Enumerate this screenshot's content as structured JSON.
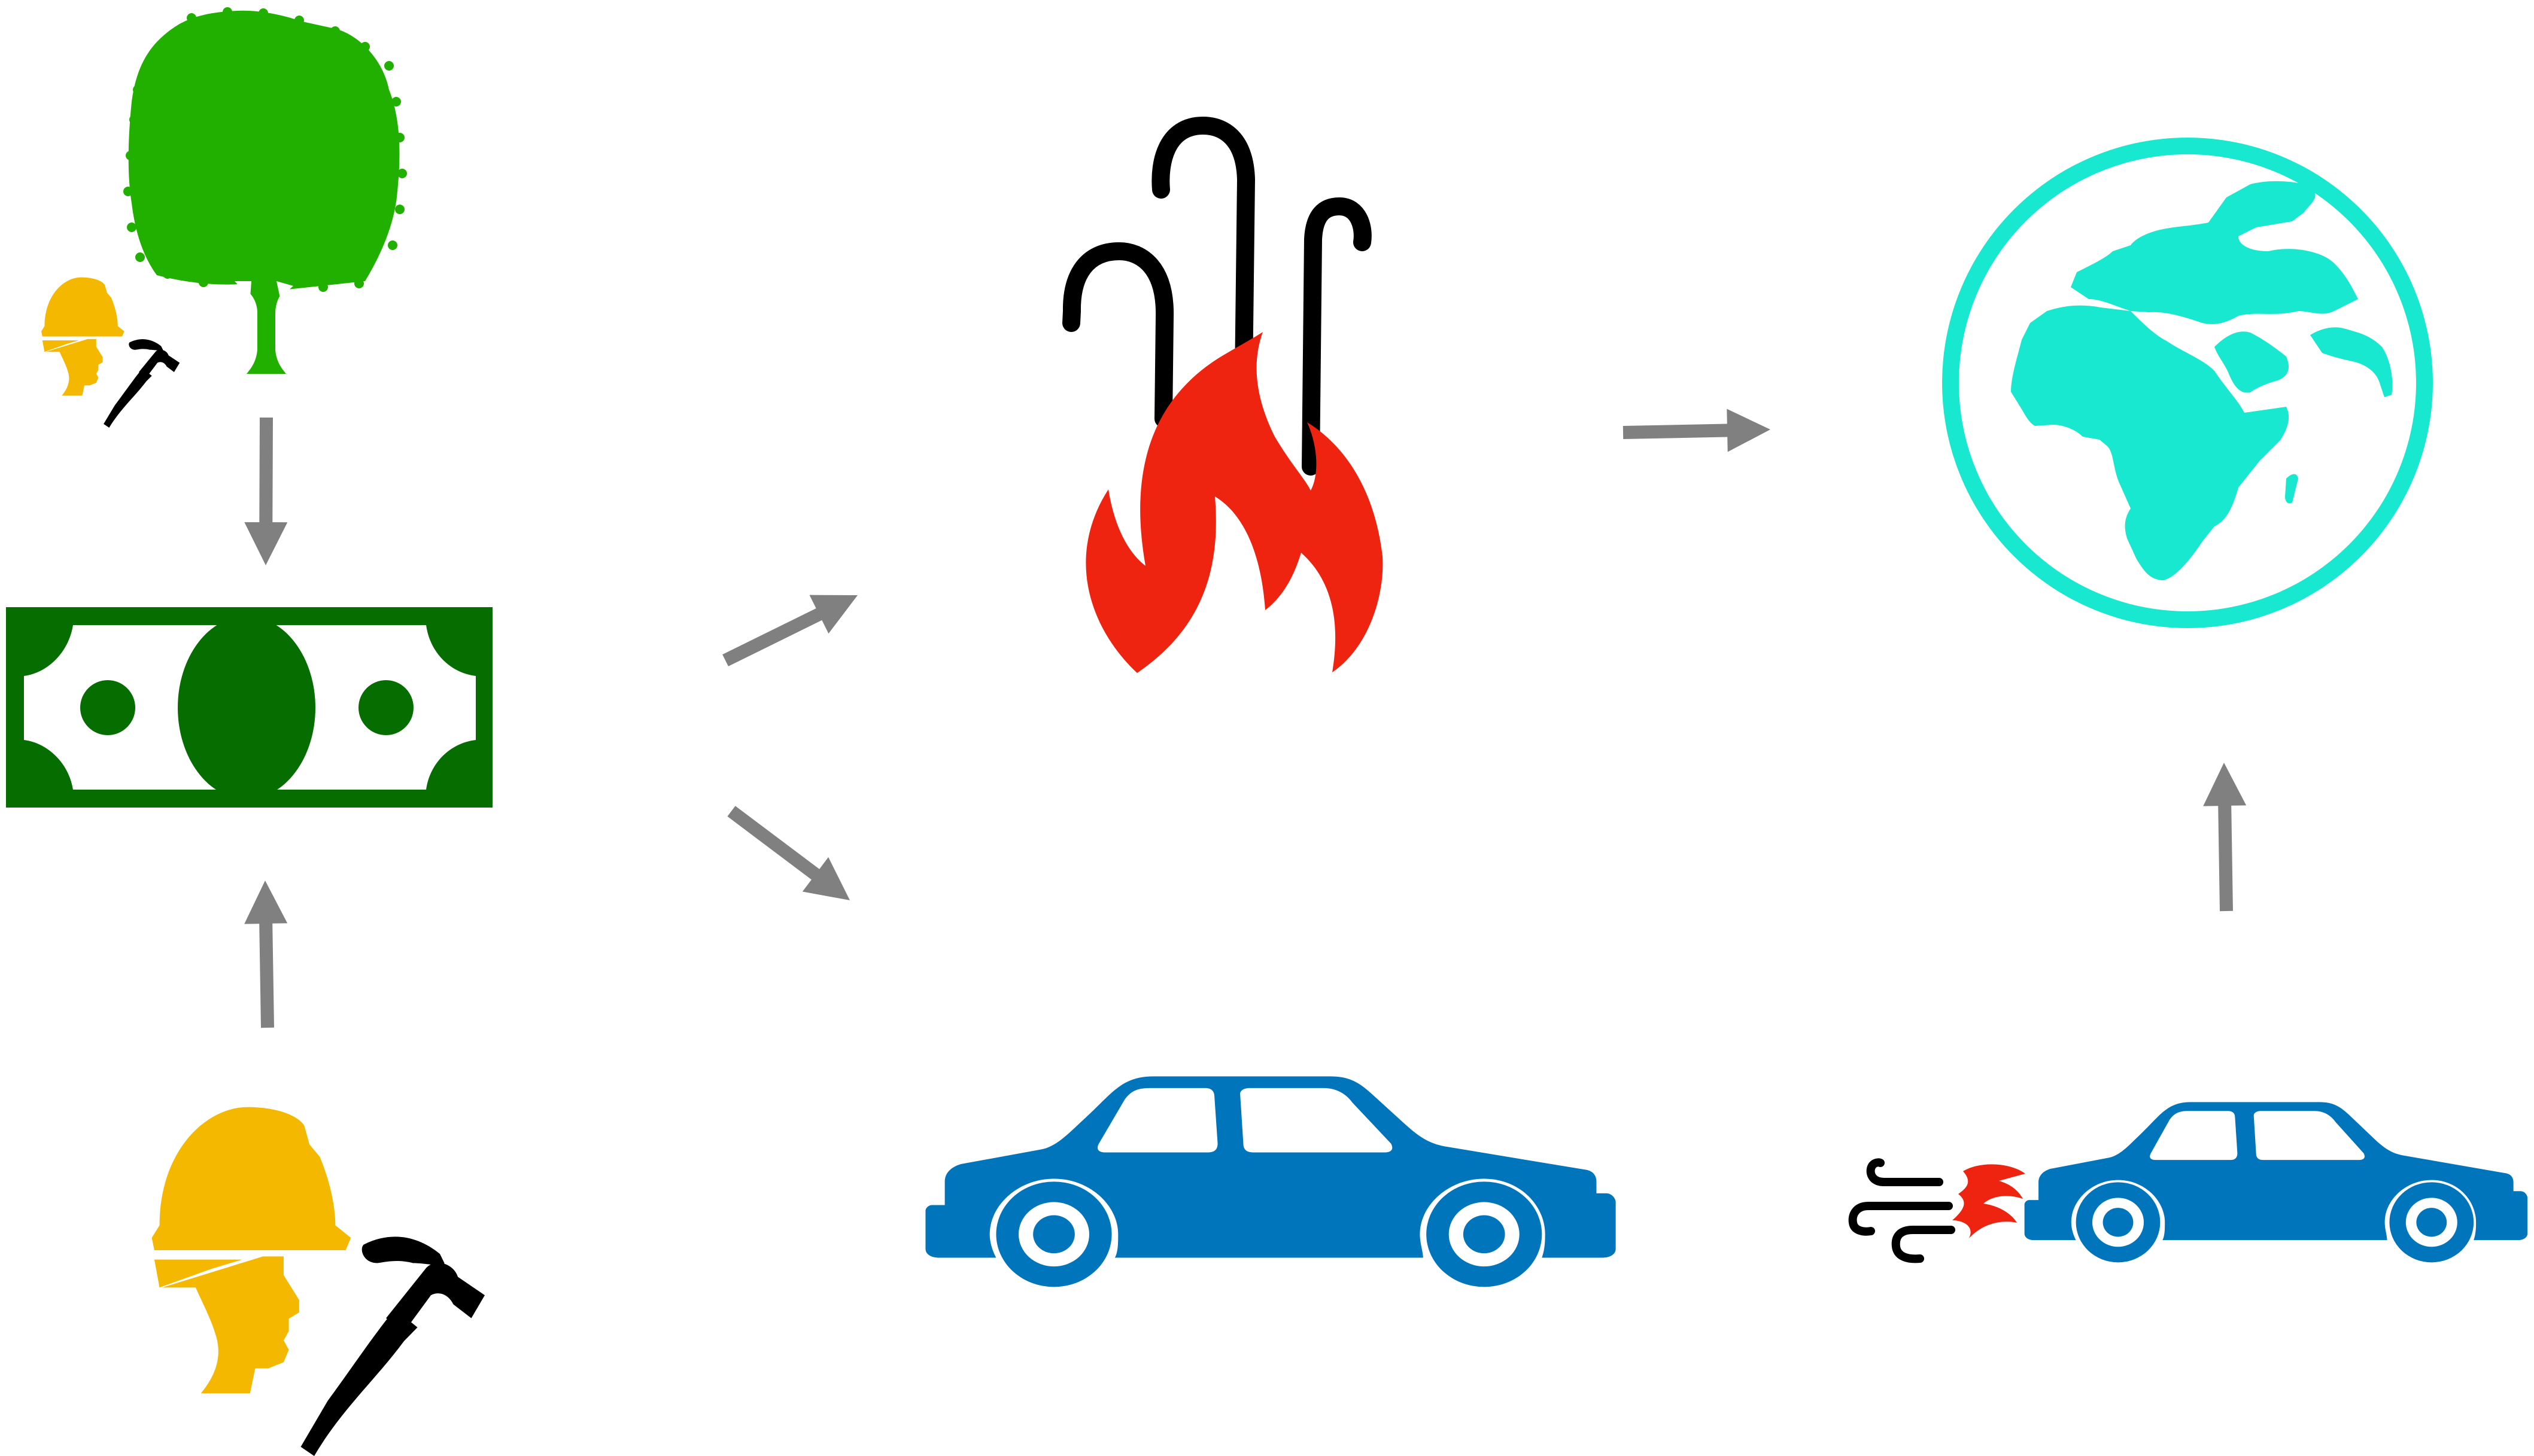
{
  "diagram": {
    "nodes": [
      {
        "id": "tree-with-worker",
        "icon": "tree-icon",
        "secondary_icons": [
          "worker-icon",
          "hammer-icon"
        ]
      },
      {
        "id": "worker",
        "icon": "worker-icon",
        "secondary_icons": [
          "hammer-icon"
        ]
      },
      {
        "id": "money",
        "icon": "banknote-icon"
      },
      {
        "id": "fire-heat",
        "icon": "fire-icon",
        "secondary_icons": [
          "heat-waves-icon"
        ]
      },
      {
        "id": "car",
        "icon": "car-icon"
      },
      {
        "id": "car-exhaust",
        "icon": "car-icon",
        "secondary_icons": [
          "exhaust-icon"
        ]
      },
      {
        "id": "earth",
        "icon": "globe-icon"
      }
    ],
    "edges": [
      {
        "from": "tree-with-worker",
        "to": "money"
      },
      {
        "from": "worker",
        "to": "money"
      },
      {
        "from": "money",
        "to": "fire-heat"
      },
      {
        "from": "money",
        "to": "car"
      },
      {
        "from": "fire-heat",
        "to": "earth"
      },
      {
        "from": "car-exhaust",
        "to": "earth"
      }
    ]
  },
  "colors": {
    "tree": "#22b000",
    "worker": "#f5b800",
    "money": "#066e00",
    "fire": "#ee2410",
    "car": "#0075bb",
    "earth": "#18e8cf",
    "arrow": "#808080",
    "outline": "#000000"
  }
}
